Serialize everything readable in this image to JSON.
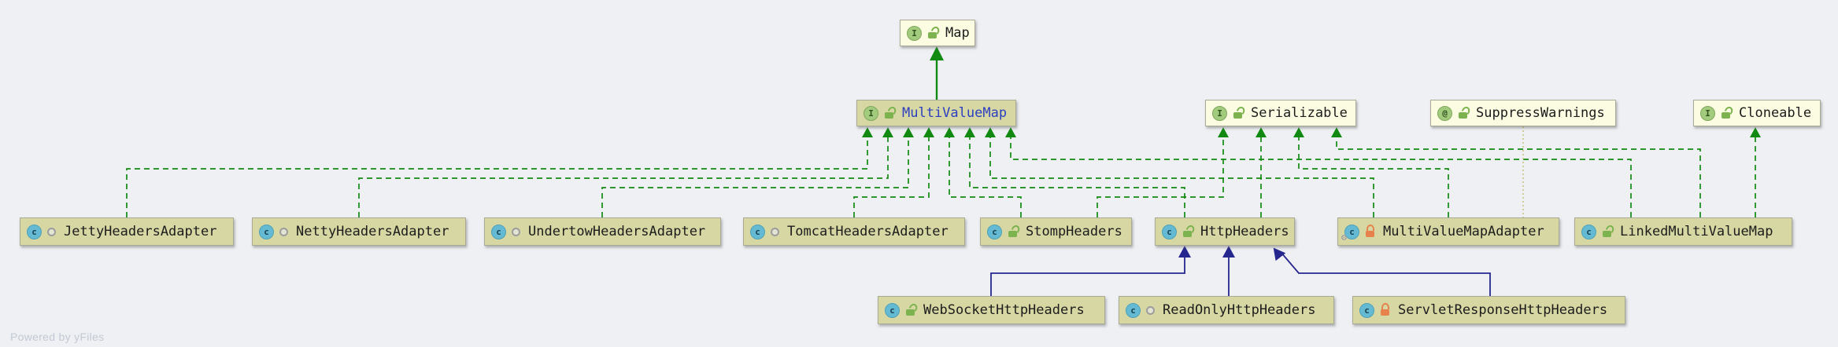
{
  "diagram": {
    "tool_watermark": "Powered by yFiles",
    "colors": {
      "canvas_bg": "#EEF0F4",
      "interface_node_bg": "#FCFCE2",
      "class_node_bg": "#D7D7A4",
      "focus_label": "#2B3FBF",
      "green_edge": "#128A12",
      "extends_edge": "#26268F",
      "annotation_edge": "#C9C97F"
    },
    "icons": {
      "interface_letter": "I",
      "class_letter": "c",
      "annotation_letter": "@",
      "gear_char": "⚙"
    },
    "nodes": {
      "map": {
        "label": "Map",
        "kind": "interface",
        "visibility": "public"
      },
      "multiValueMap": {
        "label": "MultiValueMap",
        "kind": "interface",
        "visibility": "public"
      },
      "serializable": {
        "label": "Serializable",
        "kind": "interface",
        "visibility": "public"
      },
      "suppressWarnings": {
        "label": "SuppressWarnings",
        "kind": "annotation",
        "visibility": "public"
      },
      "cloneable": {
        "label": "Cloneable",
        "kind": "interface",
        "visibility": "public"
      },
      "jettyHeadersAdapter": {
        "label": "JettyHeadersAdapter",
        "kind": "class",
        "visibility": "package-private"
      },
      "nettyHeadersAdapter": {
        "label": "NettyHeadersAdapter",
        "kind": "class",
        "visibility": "package-private"
      },
      "undertowHeadersAdapter": {
        "label": "UndertowHeadersAdapter",
        "kind": "class",
        "visibility": "package-private"
      },
      "tomcatHeadersAdapter": {
        "label": "TomcatHeadersAdapter",
        "kind": "class",
        "visibility": "package-private"
      },
      "stompHeaders": {
        "label": "StompHeaders",
        "kind": "class",
        "visibility": "public"
      },
      "httpHeaders": {
        "label": "HttpHeaders",
        "kind": "class",
        "visibility": "public"
      },
      "multiValueMapAdapter": {
        "label": "MultiValueMapAdapter",
        "kind": "class",
        "visibility": "private"
      },
      "linkedMultiValueMap": {
        "label": "LinkedMultiValueMap",
        "kind": "class",
        "visibility": "public"
      },
      "webSocketHttpHeaders": {
        "label": "WebSocketHttpHeaders",
        "kind": "class",
        "visibility": "public"
      },
      "readOnlyHttpHeaders": {
        "label": "ReadOnlyHttpHeaders",
        "kind": "class",
        "visibility": "package-private"
      },
      "servletResponseHttpHeaders": {
        "label": "ServletResponseHttpHeaders",
        "kind": "class",
        "visibility": "private"
      }
    },
    "relationships": [
      {
        "from": "MultiValueMap",
        "to": "Map",
        "type": "extends-interface"
      },
      {
        "from": "JettyHeadersAdapter",
        "to": "MultiValueMap",
        "type": "implements"
      },
      {
        "from": "NettyHeadersAdapter",
        "to": "MultiValueMap",
        "type": "implements"
      },
      {
        "from": "UndertowHeadersAdapter",
        "to": "MultiValueMap",
        "type": "implements"
      },
      {
        "from": "TomcatHeadersAdapter",
        "to": "MultiValueMap",
        "type": "implements"
      },
      {
        "from": "StompHeaders",
        "to": "MultiValueMap",
        "type": "implements"
      },
      {
        "from": "HttpHeaders",
        "to": "MultiValueMap",
        "type": "implements"
      },
      {
        "from": "MultiValueMapAdapter",
        "to": "MultiValueMap",
        "type": "implements"
      },
      {
        "from": "LinkedMultiValueMap",
        "to": "MultiValueMap",
        "type": "implements"
      },
      {
        "from": "StompHeaders",
        "to": "Serializable",
        "type": "implements"
      },
      {
        "from": "HttpHeaders",
        "to": "Serializable",
        "type": "implements"
      },
      {
        "from": "MultiValueMapAdapter",
        "to": "Serializable",
        "type": "implements"
      },
      {
        "from": "LinkedMultiValueMap",
        "to": "Serializable",
        "type": "implements"
      },
      {
        "from": "LinkedMultiValueMap",
        "to": "Cloneable",
        "type": "implements"
      },
      {
        "from": "MultiValueMapAdapter",
        "to": "SuppressWarnings",
        "type": "annotation"
      },
      {
        "from": "WebSocketHttpHeaders",
        "to": "HttpHeaders",
        "type": "extends"
      },
      {
        "from": "ReadOnlyHttpHeaders",
        "to": "HttpHeaders",
        "type": "extends"
      },
      {
        "from": "ServletResponseHttpHeaders",
        "to": "HttpHeaders",
        "type": "extends"
      }
    ]
  }
}
